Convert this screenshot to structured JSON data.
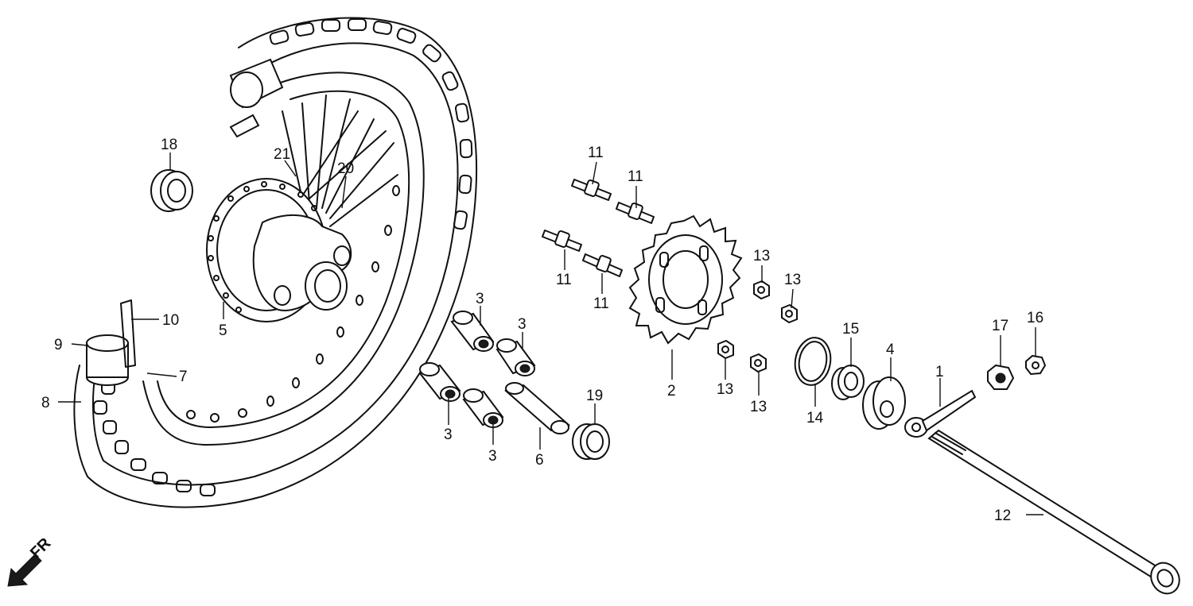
{
  "callouts": {
    "c1": "1",
    "c2": "2",
    "c3a": "3",
    "c3b": "3",
    "c3c": "3",
    "c3d": "3",
    "c4": "4",
    "c5": "5",
    "c6": "6",
    "c7": "7",
    "c8": "8",
    "c9": "9",
    "c10": "10",
    "c11a": "11",
    "c11b": "11",
    "c11c": "11",
    "c11d": "11",
    "c12": "12",
    "c13a": "13",
    "c13b": "13",
    "c13c": "13",
    "c13d": "13",
    "c14": "14",
    "c15": "15",
    "c16": "16",
    "c17": "17",
    "c18": "18",
    "c19": "19",
    "c20": "20",
    "c21": "21"
  },
  "direction": {
    "label": "FR",
    "icon": "arrow-down-left-icon"
  }
}
